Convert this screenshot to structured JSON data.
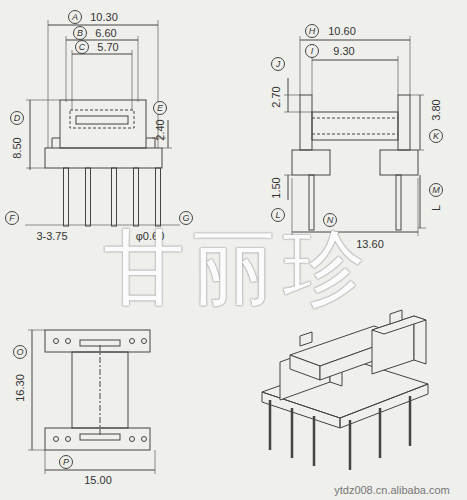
{
  "diagram": {
    "labels": [
      "A",
      "10.30",
      "B",
      "6.60",
      "C",
      "5.70",
      "D",
      "8.50",
      "E",
      "2.40",
      "F",
      "3-3.75",
      "G",
      "φ0.60",
      "H",
      "10.60",
      "I",
      "9.30",
      "J",
      "2.70",
      "K",
      "3.80",
      "M",
      "L",
      "L",
      "1.50",
      "N",
      "13.60",
      "O",
      "16.30",
      "P",
      "15.00",
      "甘丽珍",
      "ytdz008.cn.alibaba.com"
    ]
  }
}
